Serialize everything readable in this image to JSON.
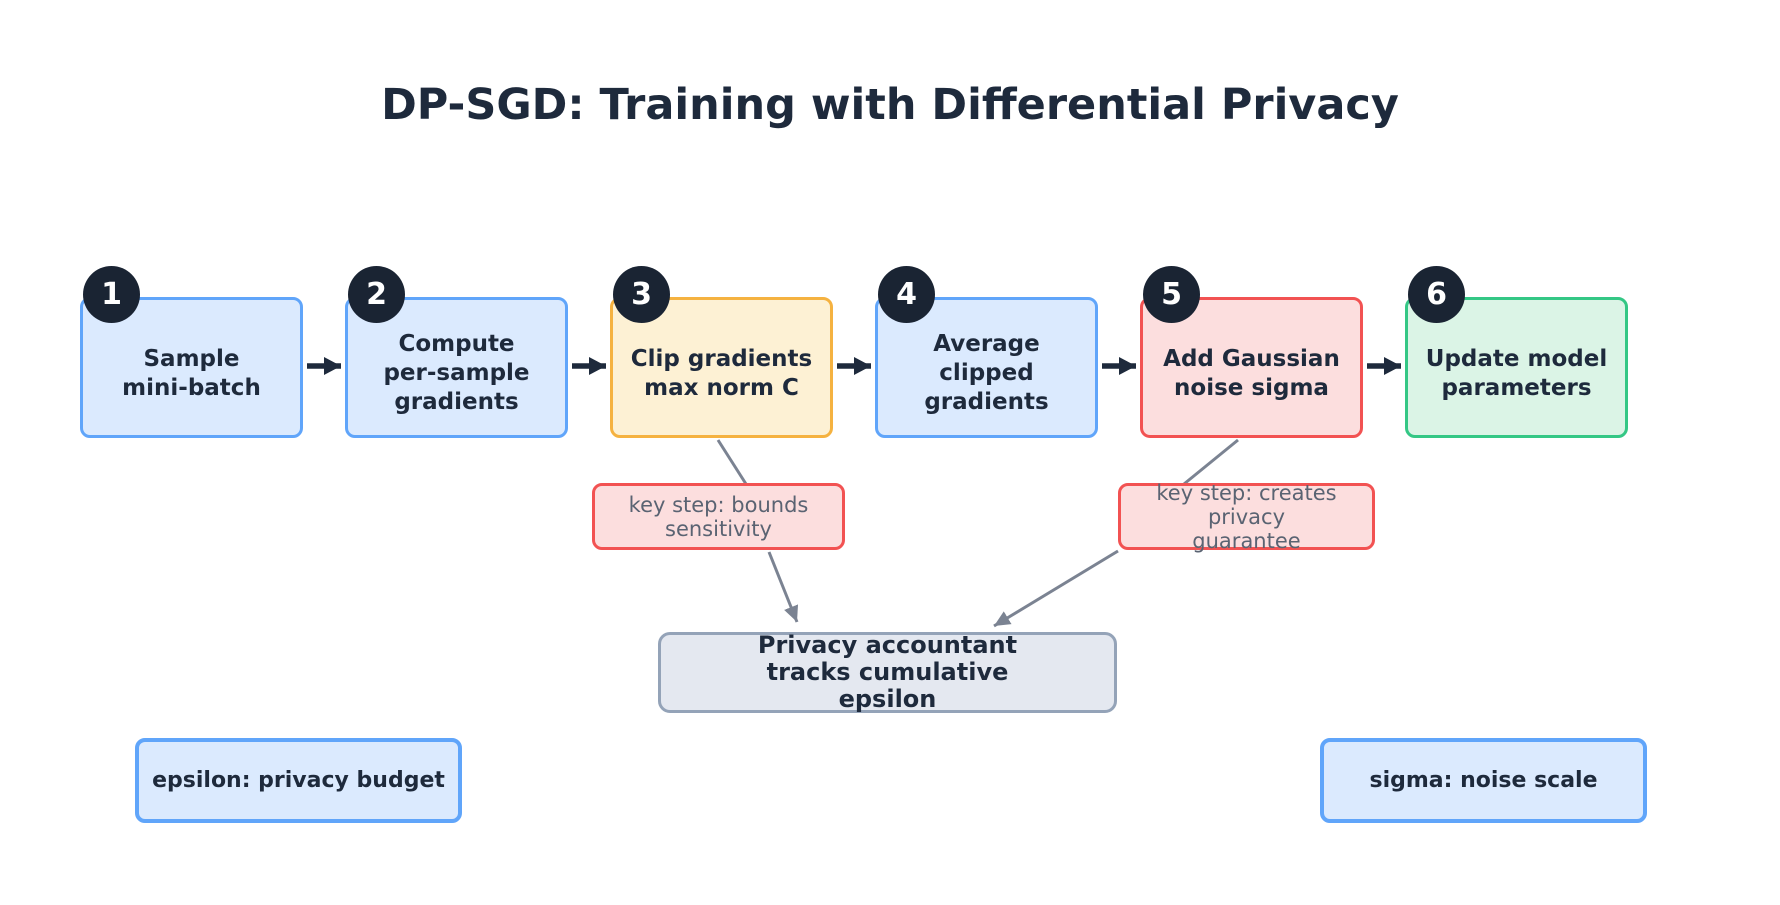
{
  "title": "DP-SGD: Training with Differential Privacy",
  "steps": [
    {
      "number": "1",
      "label": "Sample\nmini-batch",
      "color": "blue"
    },
    {
      "number": "2",
      "label": "Compute\nper-sample\ngradients",
      "color": "blue"
    },
    {
      "number": "3",
      "label": "Clip gradients\nmax norm C",
      "color": "yellow"
    },
    {
      "number": "4",
      "label": "Average\nclipped\ngradients",
      "color": "blue"
    },
    {
      "number": "5",
      "label": "Add Gaussian\nnoise sigma",
      "color": "red"
    },
    {
      "number": "6",
      "label": "Update model\nparameters",
      "color": "green"
    }
  ],
  "annotations": [
    {
      "label": "key step: bounds\nsensitivity",
      "attached_to_step": "3"
    },
    {
      "label": "key step: creates privacy\nguarantee",
      "attached_to_step": "5"
    }
  ],
  "accountant": {
    "label": "Privacy accountant\ntracks cumulative\nepsilon"
  },
  "legend": [
    {
      "label": "epsilon: privacy budget"
    },
    {
      "label": "sigma: noise scale"
    }
  ],
  "colors": {
    "navy_text": "#1e2a3c",
    "badge_bg": "#1a2433",
    "flow_arrow": "#1e2a3c",
    "blue_bg": "#dbeafe",
    "blue_border": "#60a5fa",
    "yellow_bg": "#fdf1d4",
    "yellow_border": "#f5b240",
    "red_bg": "#fcdede",
    "red_border": "#f25252",
    "green_bg": "#dbf4e6",
    "green_border": "#34c785",
    "accountant_bg": "#e4e8f0",
    "accountant_border": "#94a3b8",
    "connector_gray": "#7b8392",
    "annotation_text": "#5a6372"
  }
}
